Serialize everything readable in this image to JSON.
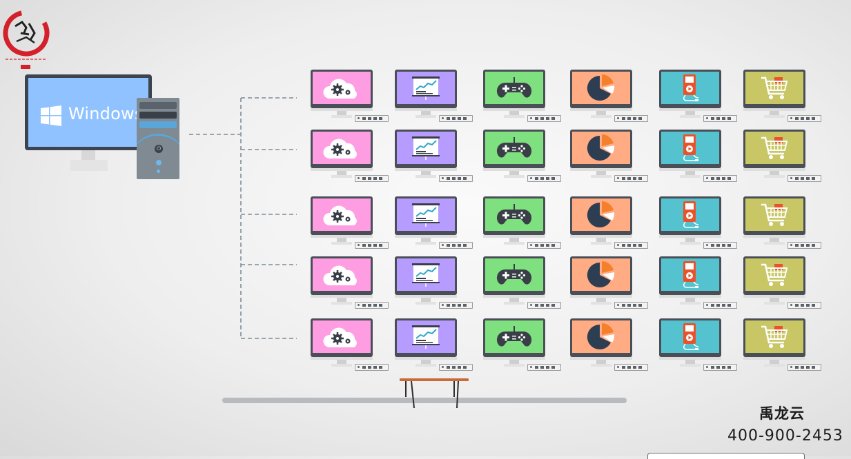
{
  "logo": {
    "name": "channel-logo-seal",
    "ring_color": "#d3202a"
  },
  "host": {
    "os_label": "Windows",
    "screen_color": "#8fc2ff",
    "tower_color": "#7f8a93"
  },
  "columns": [
    {
      "app": "cloud-gear-icon",
      "screen_color": "#ff9de3"
    },
    {
      "app": "presentation-chart-icon",
      "screen_color": "#b79cff"
    },
    {
      "app": "gamepad-icon",
      "screen_color": "#7fe07f"
    },
    {
      "app": "pie-chart-icon",
      "screen_color": "#ffab84"
    },
    {
      "app": "music-player-icon",
      "screen_color": "#55c2cf"
    },
    {
      "app": "shopping-cart-icon",
      "screen_color": "#c9c765"
    }
  ],
  "rows": 5,
  "brand": {
    "name": "禹龙云",
    "phone": "400-900-2453"
  }
}
